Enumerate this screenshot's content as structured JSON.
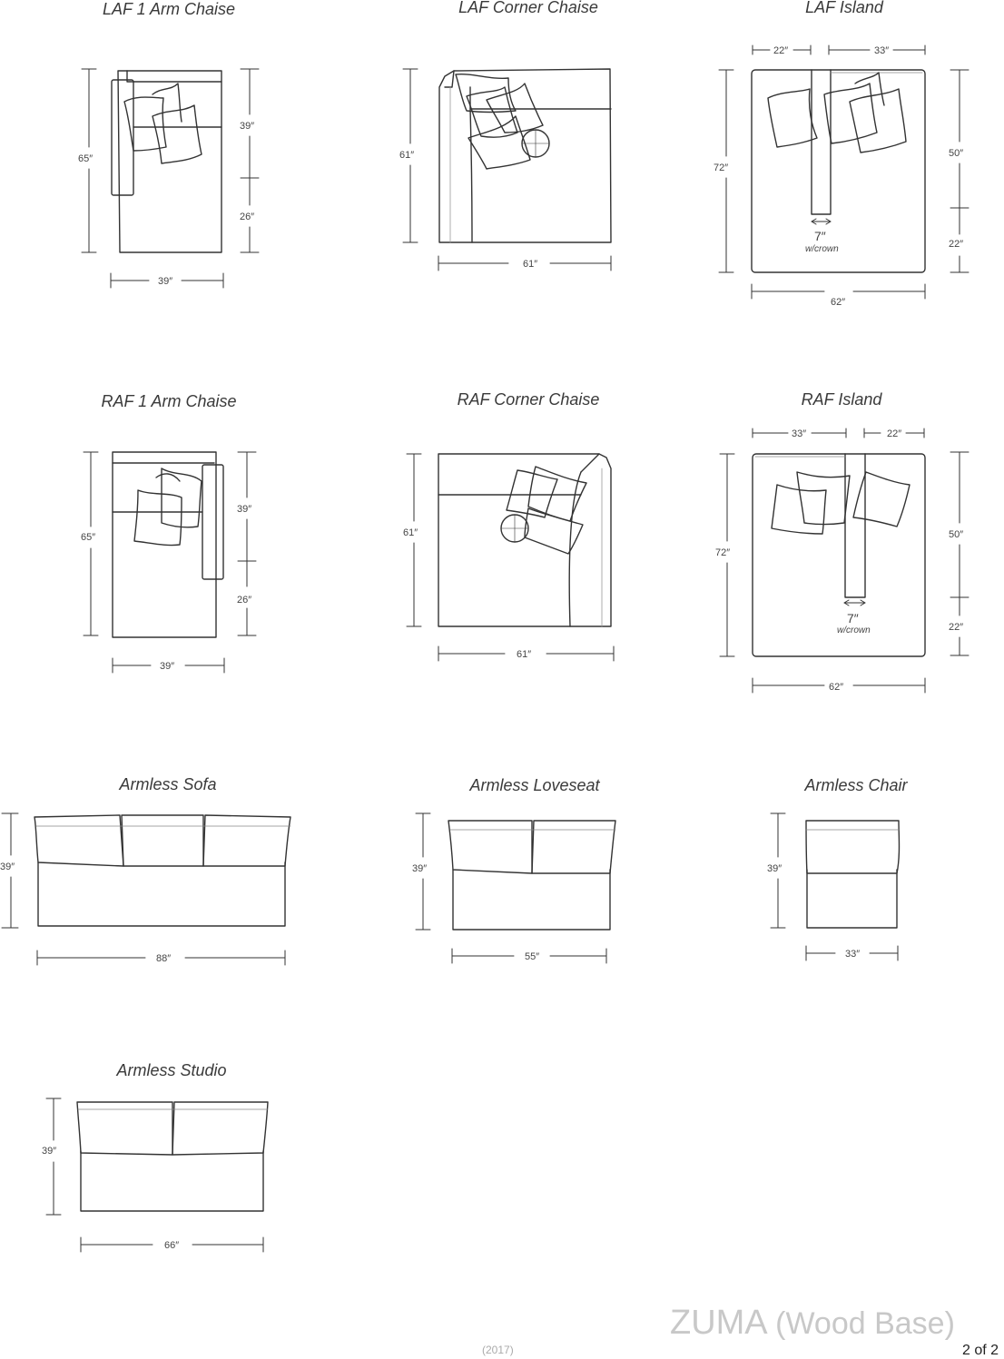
{
  "titles": {
    "laf_1_arm_chaise": "LAF 1 Arm Chaise",
    "laf_corner_chaise": "LAF Corner Chaise",
    "laf_island": "LAF Island",
    "raf_1_arm_chaise": "RAF 1 Arm Chaise",
    "raf_corner_chaise": "RAF Corner Chaise",
    "raf_island": "RAF Island",
    "armless_sofa": "Armless Sofa",
    "armless_loveseat": "Armless Loveseat",
    "armless_chair": "Armless Chair",
    "armless_studio": "Armless Studio"
  },
  "dimensions": {
    "laf_chaise": {
      "height": "65″",
      "upper": "39″",
      "lower": "26″",
      "width": "39″"
    },
    "laf_corner": {
      "height": "61″",
      "width": "61″"
    },
    "laf_island": {
      "top_left": "22″",
      "top_right": "33″",
      "height": "72″",
      "upper": "50″",
      "lower": "22″",
      "crown": "7″",
      "crown_note": "w/crown",
      "width": "62″"
    },
    "raf_chaise": {
      "height": "65″",
      "upper": "39″",
      "lower": "26″",
      "width": "39″"
    },
    "raf_corner": {
      "height": "61″",
      "width": "61″"
    },
    "raf_island": {
      "top_left": "33″",
      "top_right": "22″",
      "height": "72″",
      "upper": "50″",
      "lower": "22″",
      "crown": "7″",
      "crown_note": "w/crown",
      "width": "62″"
    },
    "sofa": {
      "height": "39″",
      "width": "88″"
    },
    "loveseat": {
      "height": "39″",
      "width": "55″"
    },
    "chair": {
      "height": "39″",
      "width": "33″"
    },
    "studio": {
      "height": "39″",
      "width": "66″"
    }
  },
  "footer": {
    "brand": "ZUMA",
    "brand_sub": "(Wood Base)",
    "year": "(2017)",
    "page": "2 of 2"
  }
}
